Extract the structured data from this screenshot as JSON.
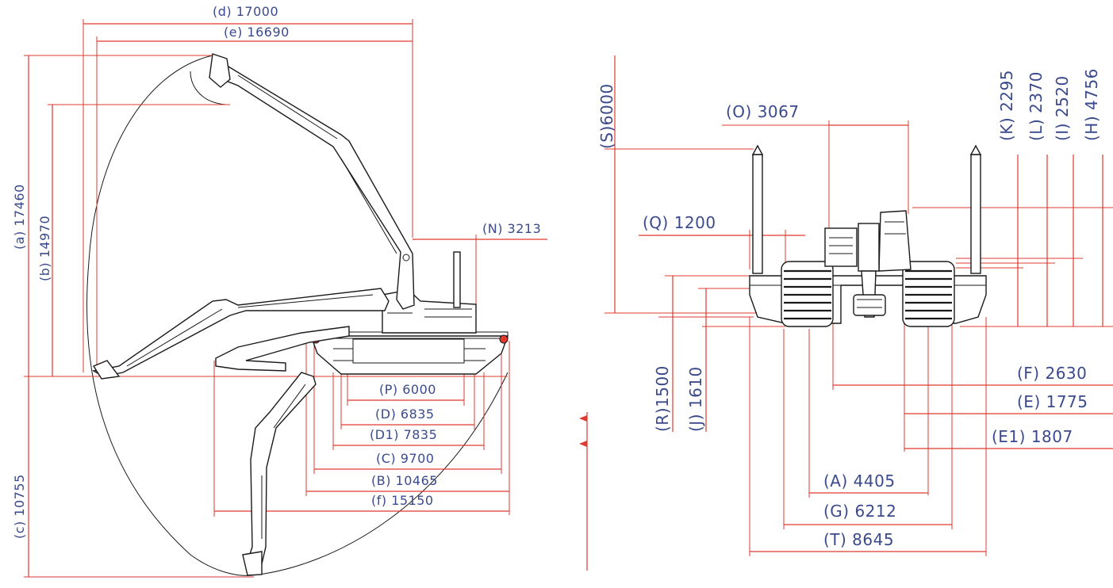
{
  "side_view": {
    "d": "(d)  17000",
    "e": "(e)  16690",
    "a": "(a)  17460",
    "b": "(b)  14970",
    "c": "(c)  10755",
    "N": "(N)  3213",
    "P": "(P)  6000",
    "D": "(D)  6835",
    "D1": "(D1)  7835",
    "C": "(C)  9700",
    "B": "(B)  10465",
    "f": "(f)  15150"
  },
  "front_view": {
    "S": "(S)6000",
    "O": "(O)  3067",
    "Q": "(Q)   1200",
    "K": "(K)  2295",
    "L": "(L)  2370",
    "I": "(I)  2520",
    "H": "(H)  4756",
    "R": "(R)1500",
    "J": "(J)  1610",
    "F": "(F)   2630",
    "E": "(E)   1775",
    "E1": "(E1)   1807",
    "A": "(A)  4405",
    "G": "(G)  6212",
    "T": "(T)  8645"
  }
}
